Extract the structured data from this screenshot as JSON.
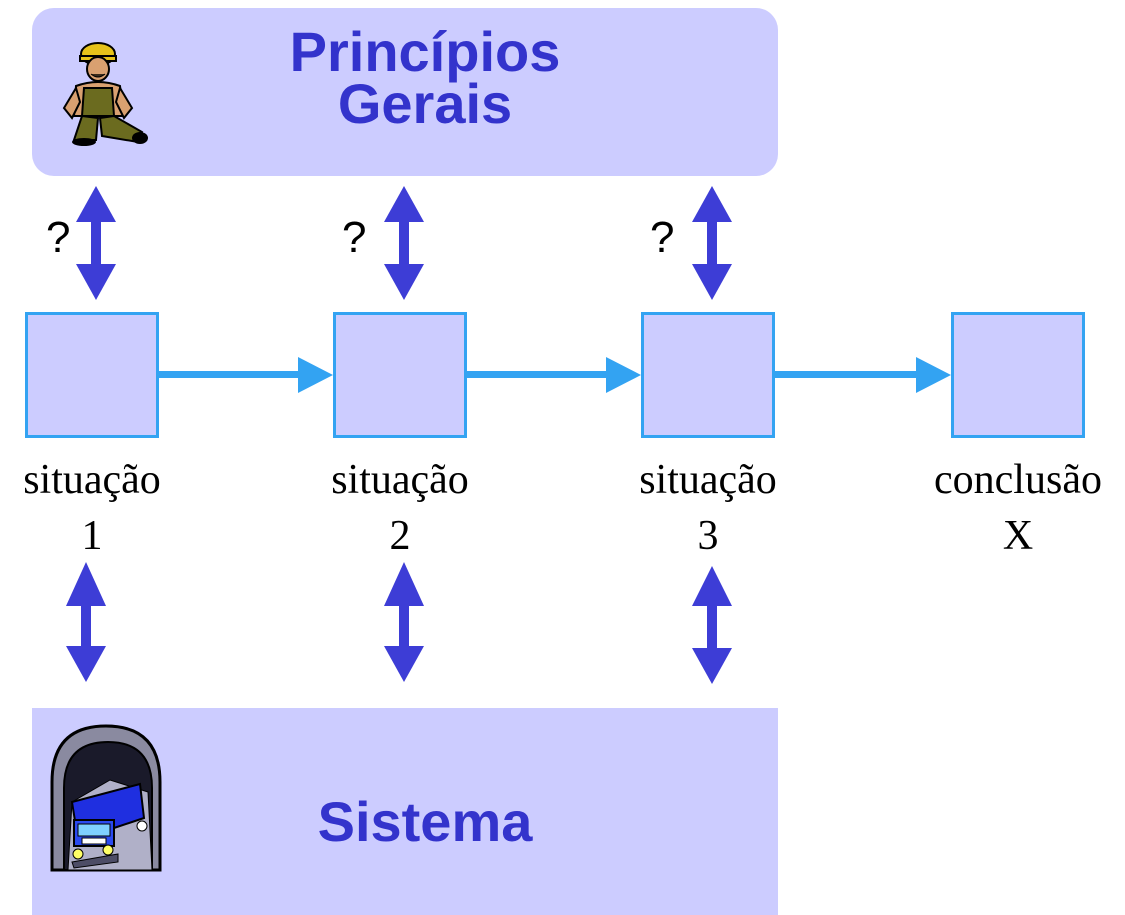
{
  "principles": {
    "title_line1": "Princípios",
    "title_line2": "Gerais",
    "icon": "worker-icon"
  },
  "system": {
    "title": "Sistema",
    "icon": "train-tunnel-icon"
  },
  "questions": [
    "?",
    "?",
    "?"
  ],
  "nodes": [
    {
      "label_line1": "situação",
      "label_line2": "1"
    },
    {
      "label_line1": "situação",
      "label_line2": "2"
    },
    {
      "label_line1": "situação",
      "label_line2": "3"
    },
    {
      "label_line1": "conclusão",
      "label_line2": "X"
    }
  ],
  "colors": {
    "panel": "#ccccff",
    "title": "#3333cc",
    "flow_arrow": "#33a3f2",
    "link_arrow": "#3d3dd6",
    "box_border": "#33a3f2"
  }
}
